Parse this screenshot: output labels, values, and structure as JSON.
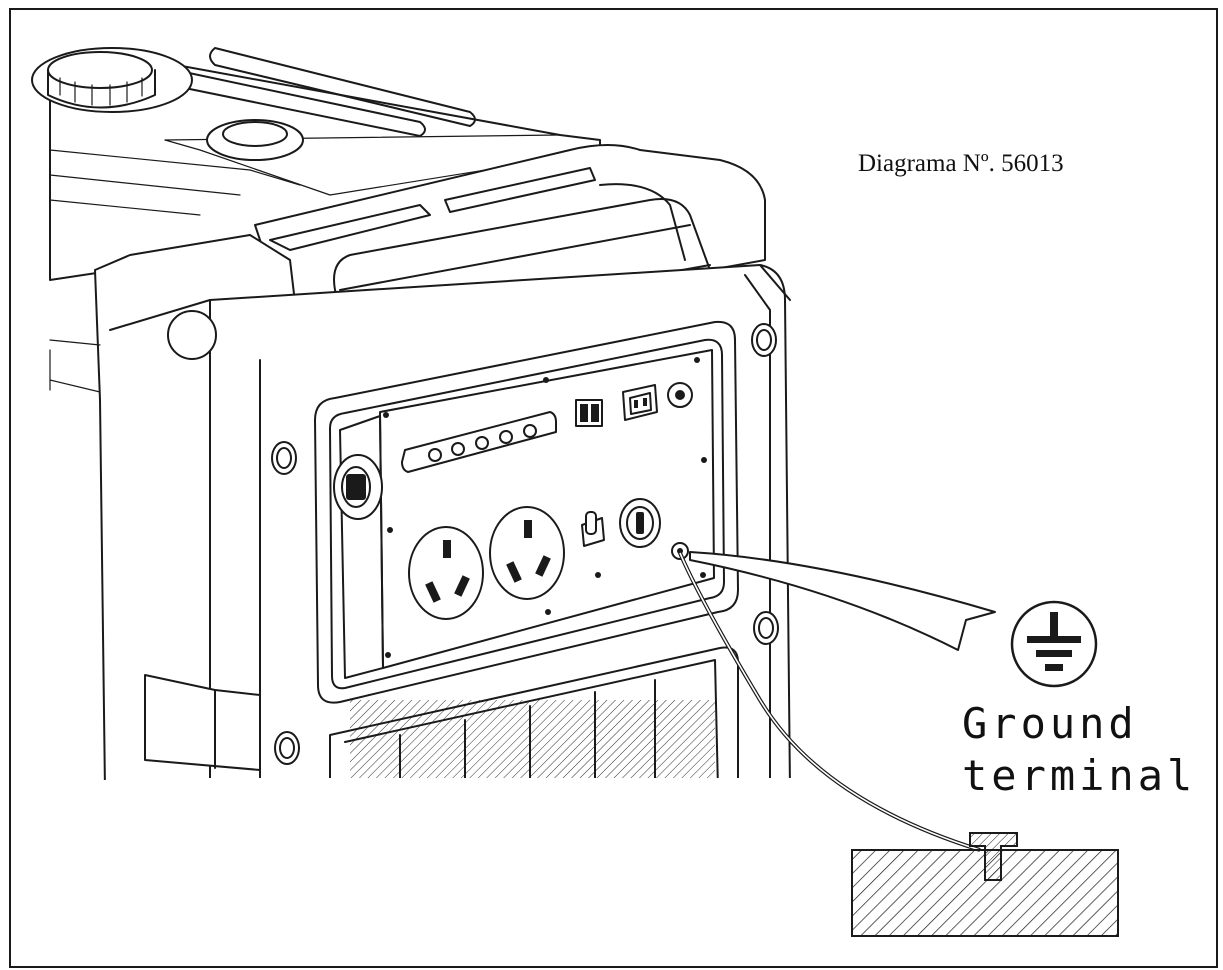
{
  "caption": "Diagrama Nº. 56013",
  "ground_label": {
    "line1": "Ground",
    "line2": "terminal"
  },
  "icons": {
    "ground_symbol": "ground-symbol-icon"
  },
  "colors": {
    "line": "#1a1a1a",
    "background": "#ffffff"
  }
}
